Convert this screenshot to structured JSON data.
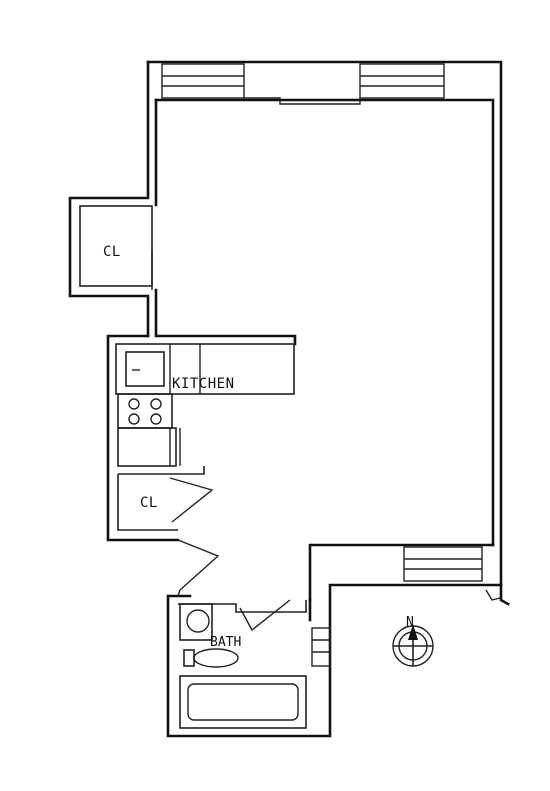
{
  "rooms": {
    "closet_upper": "CL",
    "kitchen": "KITCHEN",
    "closet_lower": "CL",
    "bath": "BATH"
  },
  "compass": {
    "north": "N"
  }
}
